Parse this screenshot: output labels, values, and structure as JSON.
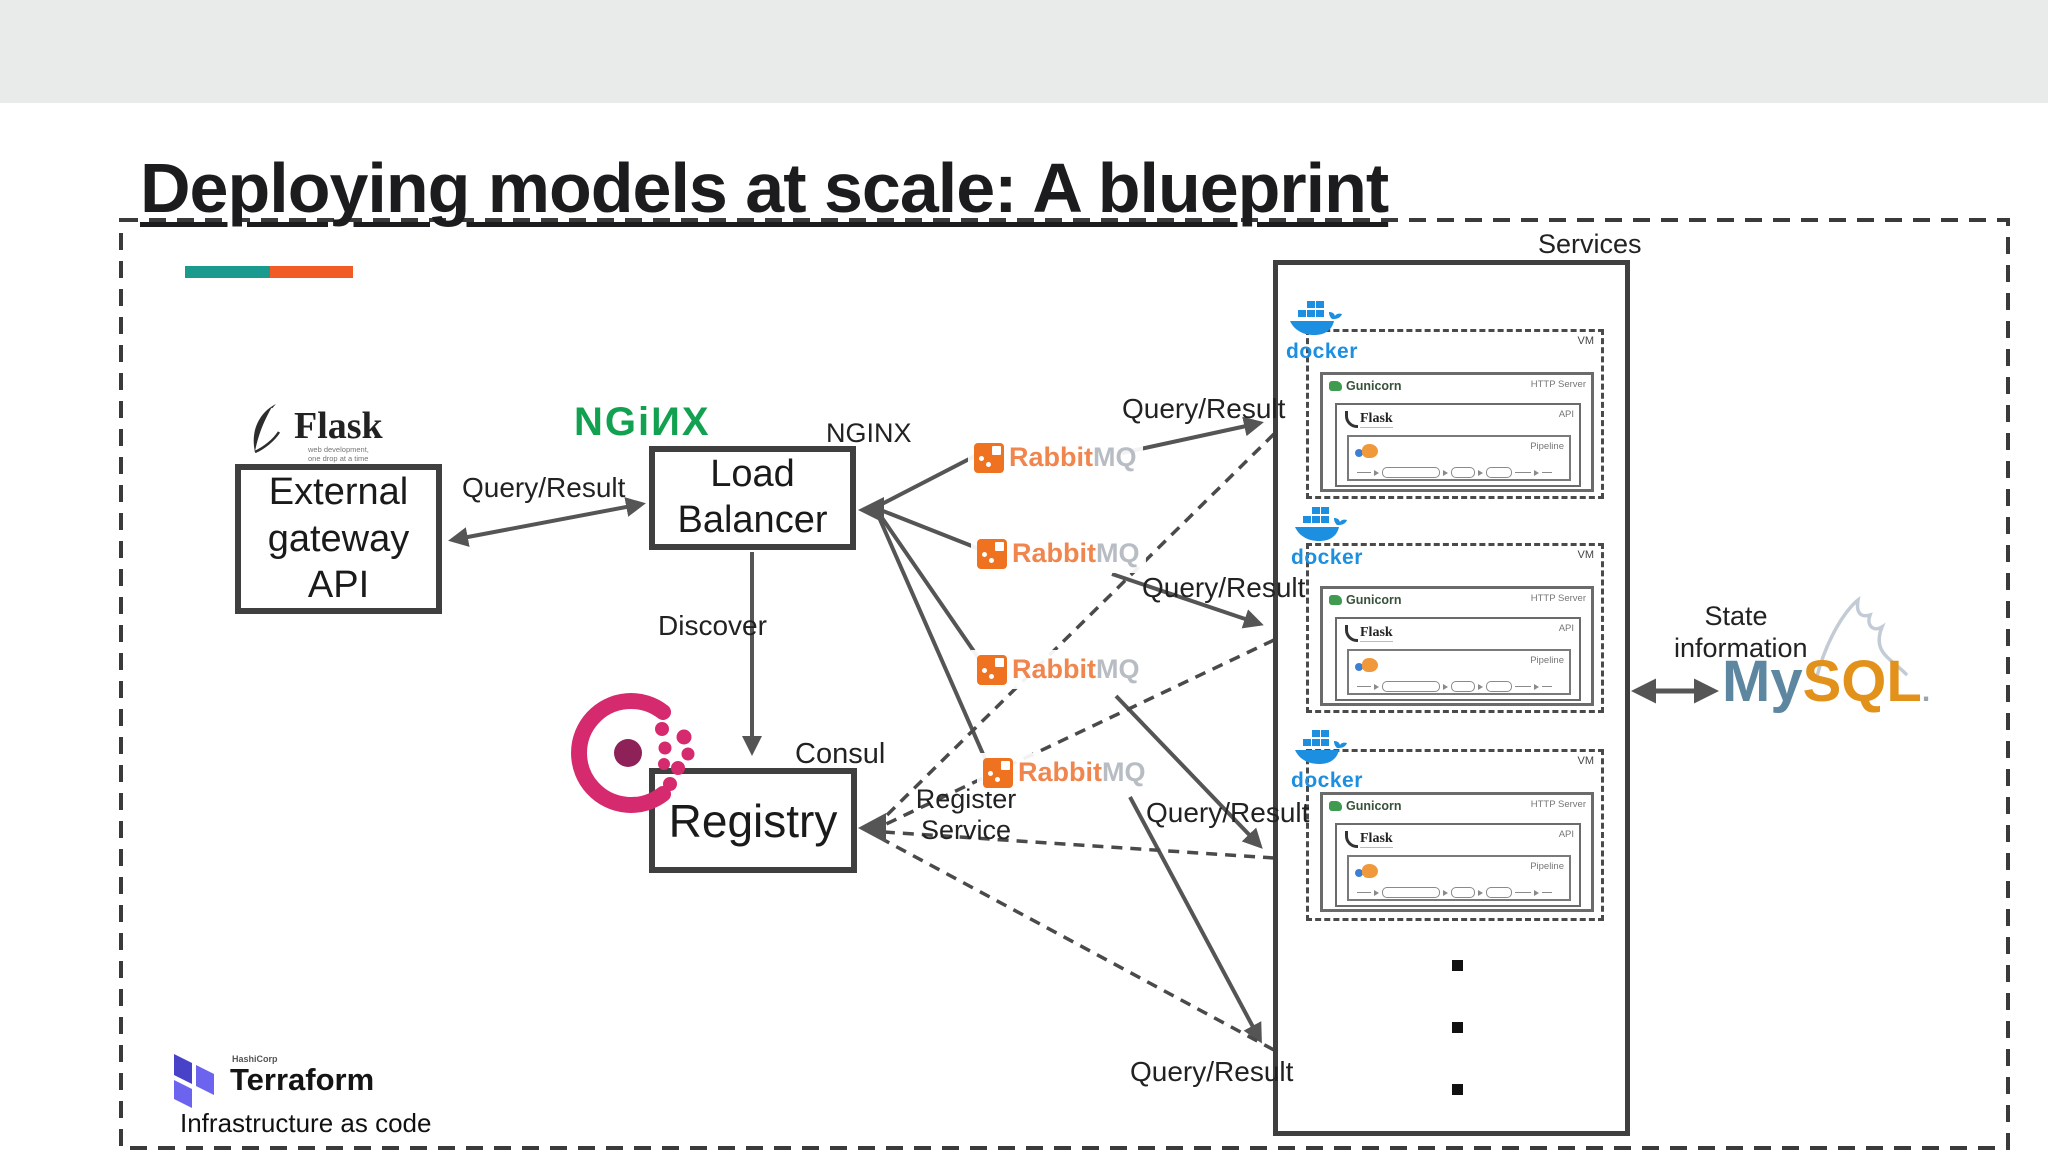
{
  "title": "Deploying models at scale: A blueprint",
  "labels": {
    "query_result": "Query/Result",
    "discover": "Discover",
    "register_service": "Register Service",
    "nginx": "NGINX",
    "consul": "Consul",
    "services": "Services",
    "state_information": "State information",
    "infrastructure_as_code": "Infrastructure as code"
  },
  "nodes": {
    "external_gateway": "External gateway API",
    "load_balancer": "Load Balancer",
    "registry": "Registry"
  },
  "logos": {
    "flask": {
      "name": "Flask",
      "tagline_line1": "web development,",
      "tagline_line2": "one drop at a time"
    },
    "nginx_wordmark": "NGiИX",
    "rabbitmq": {
      "rabbit": "Rabbit",
      "mq": "MQ"
    },
    "docker": "docker",
    "gunicorn": "Gunicorn",
    "mysql": {
      "my": "My",
      "sql": "SQL",
      "dot": "."
    },
    "terraform": {
      "company": "HashiCorp",
      "name": "Terraform"
    }
  },
  "service_cell": {
    "vm": "VM",
    "http_server": "HTTP Server",
    "gunicorn": "Gunicorn",
    "api": "API",
    "flask": "Flask",
    "pipeline": "Pipeline"
  },
  "colors": {
    "accent_teal": "#199a8d",
    "accent_orange": "#f15b25",
    "nginx_green": "#12a150",
    "rabbit_orange": "#ee7220",
    "docker_blue": "#1d8fe0",
    "consul_magenta": "#d62a6f",
    "mysql_blue": "#5d87a1",
    "mysql_orange": "#e2921b",
    "terraform_purple": "#5c51e6",
    "arrow_gray": "#555555"
  }
}
